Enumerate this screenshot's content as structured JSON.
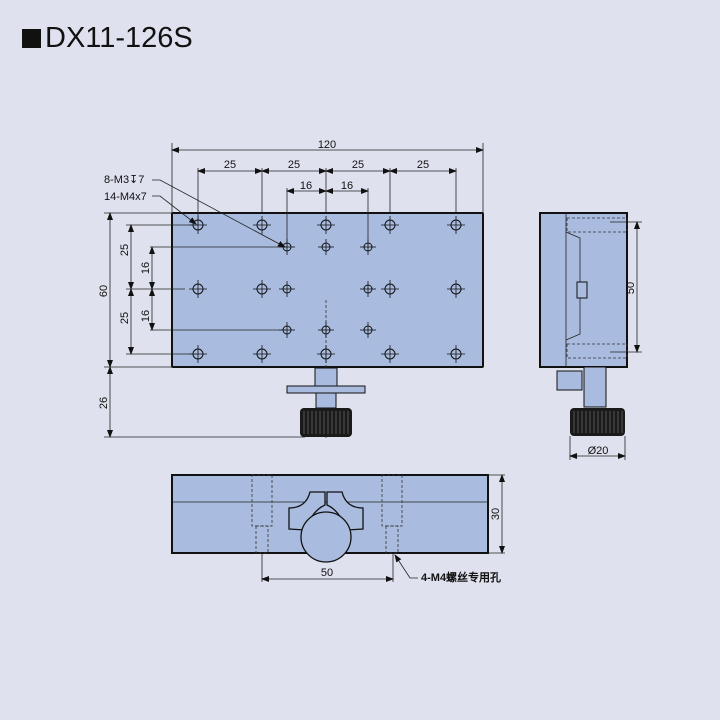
{
  "title": "DX11-126S",
  "top_view": {
    "overall_width": "120",
    "pitch_labels": [
      "25",
      "25",
      "25",
      "25"
    ],
    "inner_pitch_labels": [
      "16",
      "16"
    ],
    "height": "60",
    "left_pitch_labels": [
      "25",
      "25"
    ],
    "left_inner_labels": [
      "16",
      "16"
    ],
    "knob_offset": "26",
    "callout_m3": "8-M3↧7",
    "callout_m4": "14-M4x7"
  },
  "side_view": {
    "hole_pitch": "50",
    "knob_diameter": "Ø20"
  },
  "front_view": {
    "height": "30",
    "hole_pitch": "50",
    "callout": "4-M4螺丝专用孔"
  },
  "colors": {
    "background": "#dfe2ee",
    "plate": "#a9bce0",
    "line": "#111111"
  }
}
